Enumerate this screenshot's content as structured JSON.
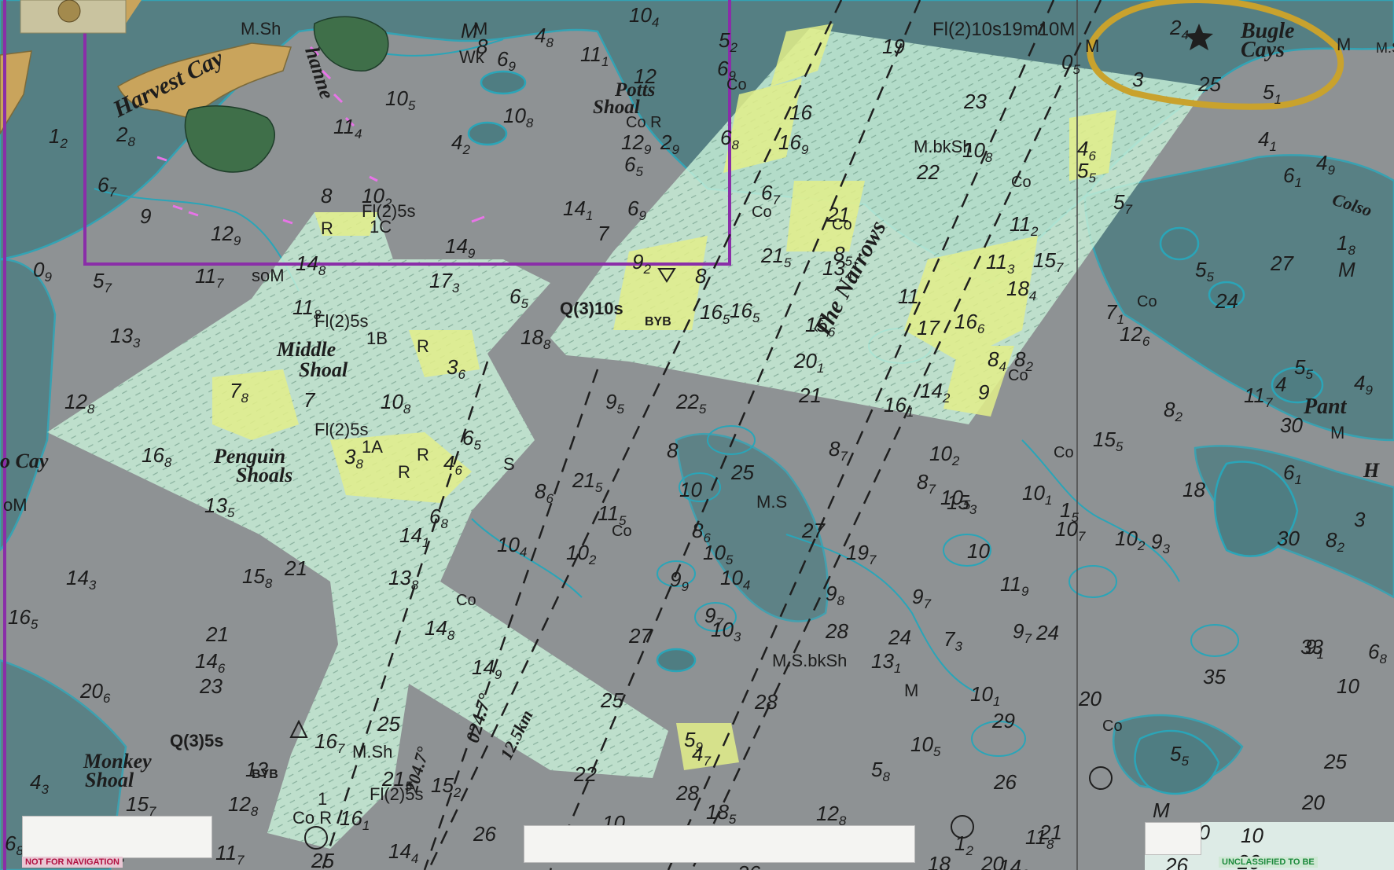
{
  "map": {
    "colors": {
      "deep_water": "#8e9294",
      "shoal_water": "#4f7d82",
      "land": "#3f6f49",
      "sand": "#c9a45c",
      "survey_overlay": "#c8f0d8",
      "survey_highlight": "#e3ef8a",
      "boundary": "#8a2ea8",
      "depth_contour": "#2aa5b8",
      "light_ring": "#c9a22d"
    },
    "place_names": {
      "harvest_cay": "Harvest Cay",
      "middle_shoal": "Middle Shoal",
      "penguin_shoals": "Penguin Shoals",
      "monkey_shoal": "Monkey Shoal",
      "potts_shoal": "Potts Shoal",
      "the_narrows": "The Narrows",
      "bugle_cays": "Bugle Cays",
      "cay_west": "o Cay",
      "pant_east": "Pant",
      "channel": "hanne",
      "colso": "Colso"
    },
    "light_labels": {
      "fl_top_right": "Fl(2)10s19m10M",
      "fl_upper": "Fl(2)5s",
      "fl_middle": "Fl(2)5s",
      "fl_penguin": "Fl(2)5s",
      "fl_bottom": "Fl(2)5s",
      "q3_center": "Q(3)10s",
      "q3_bottom": "Q(3)5s",
      "byb_center": "BYB",
      "byb_bottom": "BYB",
      "light_1c": "1C",
      "light_1b": "1B",
      "light_1a": "1A",
      "light_1": "1"
    },
    "seabed_labels": {
      "msh_top": "M.Sh",
      "wk": "Wk",
      "cor_potts": "Co R",
      "co_1": "Co",
      "co_2": "Co",
      "co_3": "Co",
      "co_4": "Co",
      "co_5": "Co",
      "co_6": "Co",
      "co_7": "Co",
      "co_8": "Co",
      "co_9": "Co",
      "co_10": "Co",
      "mbksh_top": "M.bkSh",
      "mbksh_bottom": "M.S.bkSh",
      "ms": "M.S",
      "m_1": "M",
      "m_2": "M",
      "m_3": "M",
      "m_4": "M",
      "m_5": "M",
      "msh_bottom": "M.Sh",
      "cor_bottom": "Co R",
      "r_1": "R",
      "r_2": "R",
      "r_3": "R",
      "r_4": "R",
      "s_1": "S",
      "som_1": "soM",
      "som_2": "oM",
      "msa": "M.S"
    },
    "track_labels": {
      "bearing": "024.7°",
      "distance": "12.5km",
      "bearing_2": "204.7°"
    },
    "soundings": [
      [
        "10",
        "4"
      ],
      [
        "4",
        "8"
      ],
      [
        "11",
        "1"
      ],
      [
        "6",
        "9"
      ],
      [
        "8",
        ""
      ],
      [
        "M",
        ""
      ],
      [
        "5",
        "2"
      ],
      [
        "6",
        "9"
      ],
      [
        "12",
        ""
      ],
      [
        "10",
        "5"
      ],
      [
        "10",
        "8"
      ],
      [
        "4",
        "2"
      ],
      [
        "12",
        "9"
      ],
      [
        "2",
        "9"
      ],
      [
        "6",
        "5"
      ],
      [
        "6",
        "8"
      ],
      [
        "11",
        "4"
      ],
      [
        "2",
        "8"
      ],
      [
        "1",
        "2"
      ],
      [
        "6",
        "7"
      ],
      [
        "9",
        ""
      ],
      [
        "8",
        ""
      ],
      [
        "10",
        "2"
      ],
      [
        "12",
        "9"
      ],
      [
        "14",
        "1"
      ],
      [
        "6",
        "9"
      ],
      [
        "7",
        ""
      ],
      [
        "14",
        "9"
      ],
      [
        "14",
        "8"
      ],
      [
        "17",
        "3"
      ],
      [
        "11",
        "7"
      ],
      [
        "5",
        "7"
      ],
      [
        "0",
        "9"
      ],
      [
        "13",
        "3"
      ],
      [
        "6",
        "5"
      ],
      [
        "18",
        "8"
      ],
      [
        "9",
        "2"
      ],
      [
        "8",
        ""
      ],
      [
        "16",
        "5"
      ],
      [
        "16",
        "5"
      ],
      [
        "11",
        "8"
      ],
      [
        "3",
        "6"
      ],
      [
        "12",
        "8"
      ],
      [
        "7",
        "8"
      ],
      [
        "7",
        ""
      ],
      [
        "10",
        "8"
      ],
      [
        "16",
        "8"
      ],
      [
        "3",
        "8"
      ],
      [
        "4",
        "6"
      ],
      [
        "6",
        "5"
      ],
      [
        "8",
        "6"
      ],
      [
        "21",
        "5"
      ],
      [
        "9",
        "5"
      ],
      [
        "22",
        "5"
      ],
      [
        "8",
        ""
      ],
      [
        "10",
        ""
      ],
      [
        "25",
        ""
      ],
      [
        "13",
        "5"
      ],
      [
        "6",
        "8"
      ],
      [
        "14",
        "1"
      ],
      [
        "11",
        "5"
      ],
      [
        "10",
        "4"
      ],
      [
        "10",
        "2"
      ],
      [
        "8",
        "6"
      ],
      [
        "10",
        "5"
      ],
      [
        "14",
        "3"
      ],
      [
        "21",
        ""
      ],
      [
        "13",
        "8"
      ],
      [
        "15",
        "8"
      ],
      [
        "16",
        "5"
      ],
      [
        "21",
        ""
      ],
      [
        "14",
        "6"
      ],
      [
        "23",
        ""
      ],
      [
        "20",
        "6"
      ],
      [
        "14",
        "8"
      ],
      [
        "14",
        "9"
      ],
      [
        "27",
        ""
      ],
      [
        "9",
        "9"
      ],
      [
        "10",
        "4"
      ],
      [
        "9",
        "7"
      ],
      [
        "10",
        "3"
      ],
      [
        "25",
        ""
      ],
      [
        "28",
        ""
      ],
      [
        "25",
        ""
      ],
      [
        "16",
        "7"
      ],
      [
        "13",
        ""
      ],
      [
        "21",
        "5"
      ],
      [
        "15",
        "2"
      ],
      [
        "12",
        "8"
      ],
      [
        "16",
        "1"
      ],
      [
        "22",
        ""
      ],
      [
        "4",
        "7"
      ],
      [
        "5",
        "9"
      ],
      [
        "18",
        "5"
      ],
      [
        "28",
        ""
      ],
      [
        "10",
        ""
      ],
      [
        "26",
        ""
      ],
      [
        "12",
        "3"
      ],
      [
        "11",
        "7"
      ],
      [
        "25",
        ""
      ],
      [
        "14",
        "4"
      ],
      [
        "6",
        "8"
      ],
      [
        "4",
        "3"
      ],
      [
        "15",
        "7"
      ],
      [
        "19",
        ""
      ],
      [
        "23",
        ""
      ],
      [
        "16",
        ""
      ],
      [
        "16",
        "9"
      ],
      [
        "22",
        ""
      ],
      [
        "6",
        "7"
      ],
      [
        "21",
        ""
      ],
      [
        "10",
        "8"
      ],
      [
        "4",
        "6"
      ],
      [
        "5",
        "5"
      ],
      [
        "5",
        "7"
      ],
      [
        "11",
        "2"
      ],
      [
        "13",
        "4"
      ],
      [
        "8",
        "5"
      ],
      [
        "21",
        "5"
      ],
      [
        "11",
        ""
      ],
      [
        "15",
        "6"
      ],
      [
        "17",
        ""
      ],
      [
        "11",
        "3"
      ],
      [
        "15",
        "7"
      ],
      [
        "18",
        "4"
      ],
      [
        "20",
        "1"
      ],
      [
        "21",
        ""
      ],
      [
        "16",
        "6"
      ],
      [
        "14",
        "2"
      ],
      [
        "8",
        "4"
      ],
      [
        "8",
        "2"
      ],
      [
        "9",
        ""
      ],
      [
        "12",
        "6"
      ],
      [
        "16",
        "1"
      ],
      [
        "8",
        "7"
      ],
      [
        "10",
        "2"
      ],
      [
        "8",
        "7"
      ],
      [
        "15",
        "3"
      ],
      [
        "10",
        "5"
      ],
      [
        "10",
        "1"
      ],
      [
        "27",
        ""
      ],
      [
        "19",
        "7"
      ],
      [
        "10",
        ""
      ],
      [
        "9",
        "8"
      ],
      [
        "9",
        "7"
      ],
      [
        "28",
        ""
      ],
      [
        "7",
        "3"
      ],
      [
        "10",
        "1"
      ],
      [
        "24",
        ""
      ],
      [
        "9",
        "7"
      ],
      [
        "13",
        "1"
      ],
      [
        "24",
        ""
      ],
      [
        "11",
        "9"
      ],
      [
        "10",
        "7"
      ],
      [
        "10",
        "2"
      ],
      [
        "9",
        "3"
      ],
      [
        "29",
        ""
      ],
      [
        "10",
        "5"
      ],
      [
        "5",
        "8"
      ],
      [
        "12",
        "8"
      ],
      [
        "26",
        ""
      ],
      [
        "21",
        ""
      ],
      [
        "11",
        "8"
      ],
      [
        "1",
        "2"
      ],
      [
        "18",
        ""
      ],
      [
        "26",
        ""
      ],
      [
        "14",
        "6"
      ],
      [
        "2",
        "4"
      ],
      [
        "0",
        "5"
      ],
      [
        "3",
        ""
      ],
      [
        "25",
        ""
      ],
      [
        "5",
        "1"
      ],
      [
        "4",
        "1"
      ],
      [
        "4",
        "9"
      ],
      [
        "6",
        "1"
      ],
      [
        "1",
        "8"
      ],
      [
        "27",
        ""
      ],
      [
        "5",
        "5"
      ],
      [
        "24",
        ""
      ],
      [
        "7",
        "1"
      ],
      [
        "5",
        "5"
      ],
      [
        "4",
        ""
      ],
      [
        "4",
        "9"
      ],
      [
        "30",
        ""
      ],
      [
        "8",
        "2"
      ],
      [
        "15",
        "5"
      ],
      [
        "6",
        "1"
      ],
      [
        "30",
        ""
      ],
      [
        "8",
        "2"
      ],
      [
        "9",
        "1"
      ],
      [
        "33",
        ""
      ],
      [
        "35",
        ""
      ],
      [
        "5",
        "5"
      ],
      [
        "25",
        ""
      ],
      [
        "20",
        ""
      ],
      [
        "10",
        ""
      ],
      [
        "10",
        ""
      ],
      [
        "20",
        ""
      ],
      [
        "26",
        ""
      ],
      [
        "20",
        ""
      ],
      [
        "20",
        ""
      ],
      [
        "10",
        ""
      ],
      [
        "6",
        "8"
      ],
      [
        "3",
        ""
      ],
      [
        "18",
        ""
      ],
      [
        "1",
        "5"
      ],
      [
        "11",
        "7"
      ],
      [
        "M",
        ""
      ],
      [
        "M",
        ""
      ]
    ],
    "stamps": {
      "not_for_navigation": "NOT FOR NAVIGATION",
      "unclassified": "UNCLASSIFIED  TO BE"
    }
  }
}
